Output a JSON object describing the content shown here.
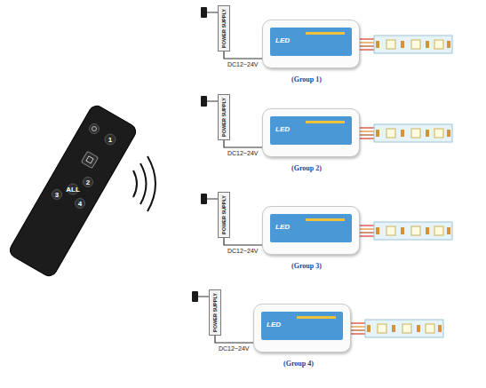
{
  "diagram": {
    "nodes": [
      {
        "text": [
          "POWER SUPPLY"
        ]
      },
      {
        "text": [
          "LED"
        ]
      },
      {
        "text": [
          "POWER SUPPLY"
        ]
      },
      {
        "text": [
          "LED"
        ]
      },
      {
        "text": [
          "POWER SUPPLY"
        ]
      },
      {
        "text": [
          "LED"
        ]
      },
      {
        "text": [
          "POWER SUPPLY"
        ]
      },
      {
        "text": [
          "LED"
        ]
      }
    ],
    "edges": [
      {
        "from": 0,
        "to": 1,
        "arrow": "none",
        "label": "DC12~24V"
      },
      {
        "from": 2,
        "to": 3,
        "arrow": "none",
        "label": "DC12~24V"
      },
      {
        "from": 4,
        "to": 5,
        "arrow": "none",
        "label": "DC12~24V"
      },
      {
        "from": 6,
        "to": 7,
        "arrow": "none",
        "label": "DC12~24V"
      }
    ],
    "labels": [
      "1",
      "2",
      "ALL",
      "3",
      "4",
      "(Group 1)",
      "(Group 2)",
      "(Group 3)",
      "(Group 4)"
    ]
  }
}
